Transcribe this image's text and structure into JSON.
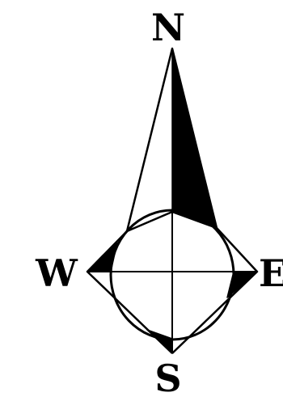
{
  "compass": {
    "north_label": "N",
    "south_label": "S",
    "east_label": "E",
    "west_label": "W"
  },
  "colors": {
    "ink": "#000000",
    "background": "#ffffff"
  }
}
